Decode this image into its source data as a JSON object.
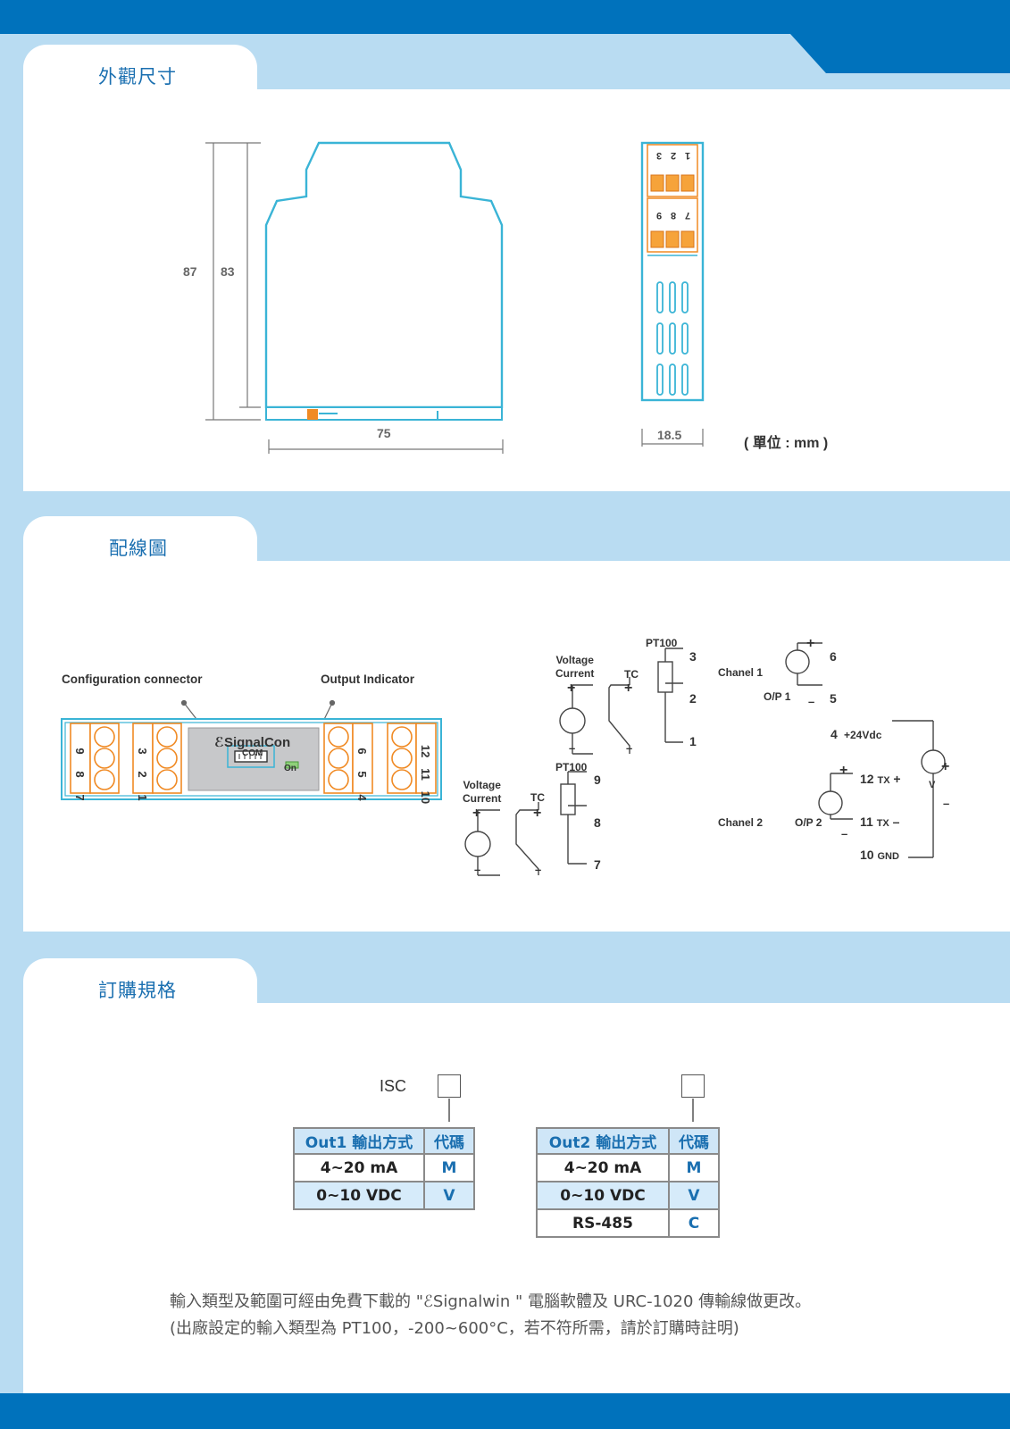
{
  "sections": {
    "dimensions_title": "外觀尺寸",
    "wiring_title": "配線圖",
    "ordering_title": "訂購規格"
  },
  "dimensions": {
    "height_outer": "87",
    "height_inner": "83",
    "width": "75",
    "depth": "18.5",
    "unit_note": "( 單位 : mm )",
    "terminal_top": [
      "1",
      "2",
      "3"
    ],
    "terminal_mid": [
      "7",
      "8",
      "9"
    ]
  },
  "wiring": {
    "config_connector_label": "Configuration connector",
    "output_indicator_label": "Output Indicator",
    "brand": "ℰSignalCon",
    "com_label": "COM",
    "on_label": "On",
    "front_terminals": {
      "left_outer": [
        "9",
        "8",
        "7"
      ],
      "left_inner": [
        "3",
        "2",
        "1"
      ],
      "right_inner": [
        "6",
        "5",
        "4"
      ],
      "right_outer": [
        "12",
        "11",
        "10"
      ]
    },
    "input1": {
      "voltage": "Voltage",
      "current": "Current",
      "tc": "TC",
      "pt100": "PT100",
      "t3": "3",
      "t2": "2",
      "t1": "1"
    },
    "input2": {
      "voltage": "Voltage",
      "current": "Current",
      "tc": "TC",
      "pt100": "PT100",
      "t9": "9",
      "t8": "8",
      "t7": "7"
    },
    "channel1": {
      "name": "Chanel 1",
      "op": "O/P 1",
      "t6": "6",
      "t5": "5"
    },
    "channel2": {
      "name": "Chanel 2",
      "op": "O/P 2",
      "t12": "12",
      "t11": "11",
      "t10": "10",
      "tx_plus": "TX",
      "tx_minus": "TX",
      "gnd": "GND"
    },
    "power": {
      "t4": "4",
      "label": "+24Vdc",
      "meter": "V"
    }
  },
  "ordering": {
    "model": "ISC",
    "out1": {
      "header_type": "Out1 輸出方式",
      "header_code": "代碼",
      "rows": [
        {
          "type": "4~20 mA",
          "code": "M"
        },
        {
          "type": "0~10 VDC",
          "code": "V"
        }
      ]
    },
    "out2": {
      "header_type": "Out2 輸出方式",
      "header_code": "代碼",
      "rows": [
        {
          "type": "4~20 mA",
          "code": "M"
        },
        {
          "type": "0~10 VDC",
          "code": "V"
        },
        {
          "type": "RS-485",
          "code": "C"
        }
      ]
    },
    "note_line1": "輸入類型及範圍可經由免費下載的 \"ℰSignalwin \" 電腦軟體及 URC-1020 傳輸線做更改。",
    "note_line2": "(出廠設定的輸入類型為 PT100，-200~600°C，若不符所需，請於訂購時註明)"
  }
}
